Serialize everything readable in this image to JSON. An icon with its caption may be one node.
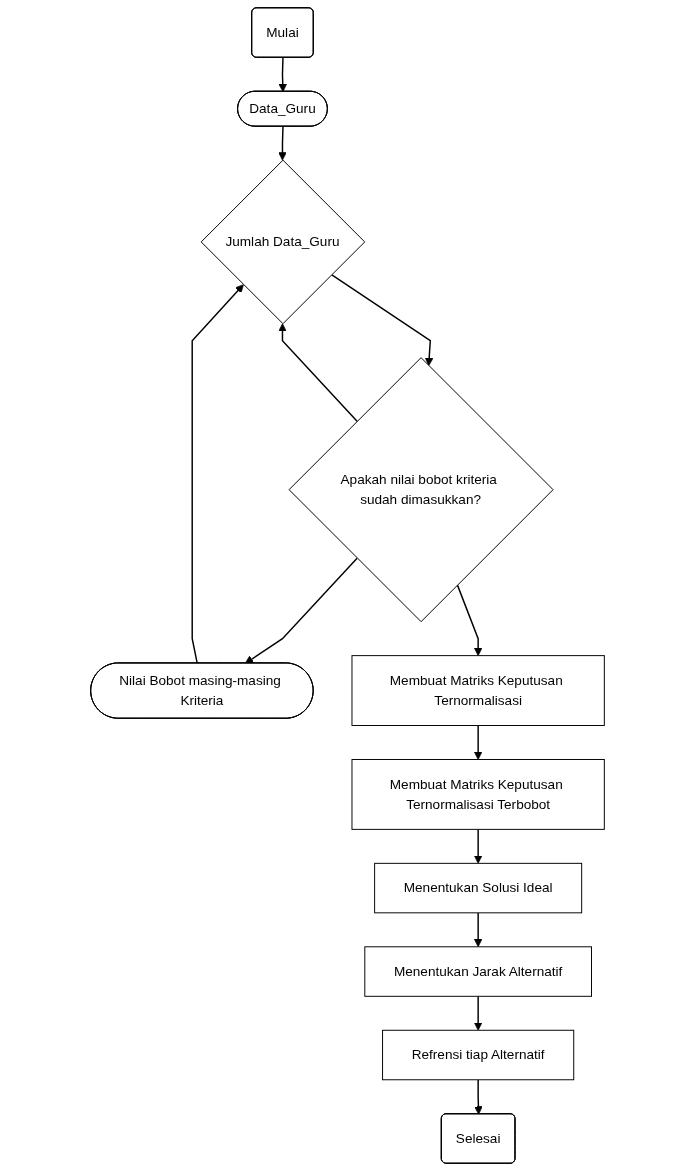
{
  "diagram": {
    "nodes": [
      {
        "text": [
          "Mulai"
        ]
      },
      {
        "text": [
          "Data_Guru"
        ]
      },
      {
        "text": [
          "Jumlah Data_Guru"
        ]
      },
      {
        "text": [
          "Nilai Bobot masing-masing Kriteria"
        ]
      },
      {
        "text": [
          "Apakah nilai bobot kriteria sudah dimasukkan?"
        ]
      },
      {
        "text": [
          "Membuat Matriks Keputusan Ternormalisasi"
        ]
      },
      {
        "text": [
          "Membuat Matriks Keputusan Ternormalisasi Terbobot"
        ]
      },
      {
        "text": [
          "Menentukan Solusi Ideal"
        ]
      },
      {
        "text": [
          "Menentukan Jarak Alternatif"
        ]
      },
      {
        "text": [
          "Refrensi tiap Alternatif"
        ]
      },
      {
        "text": [
          "Selesai"
        ]
      }
    ],
    "edges": [
      {
        "from": 0,
        "to": 1,
        "arrow": "to"
      },
      {
        "from": 1,
        "to": 2,
        "arrow": "to"
      },
      {
        "from": 2,
        "to": 4,
        "arrow": "to"
      },
      {
        "from": 4,
        "to": 2,
        "arrow": "to"
      },
      {
        "from": 4,
        "to": 3,
        "arrow": "to"
      },
      {
        "from": 3,
        "to": 2,
        "arrow": "to"
      },
      {
        "from": 4,
        "to": 5,
        "arrow": "to"
      },
      {
        "from": 5,
        "to": 6,
        "arrow": "to"
      },
      {
        "from": 6,
        "to": 7,
        "arrow": "to"
      },
      {
        "from": 7,
        "to": 8,
        "arrow": "to"
      },
      {
        "from": 8,
        "to": 9,
        "arrow": "to"
      },
      {
        "from": 9,
        "to": 10,
        "arrow": "to"
      }
    ]
  }
}
